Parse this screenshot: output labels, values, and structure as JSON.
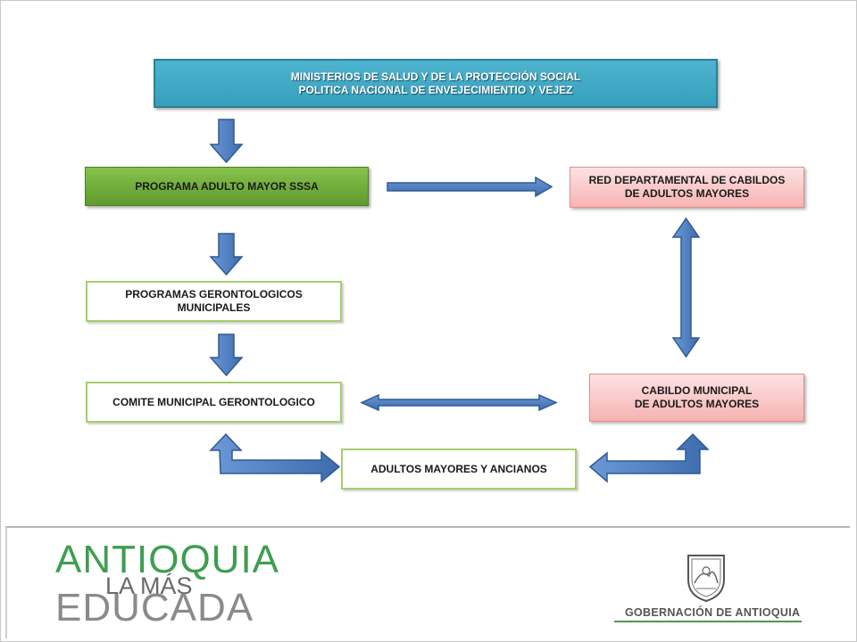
{
  "diagram": {
    "ministry": {
      "line1": "MINISTERIOS DE SALUD Y DE LA PROTECCIÓN SOCIAL",
      "line2": "POLITICA NACIONAL DE ENVEJECIMIENTIO Y VEJEZ"
    },
    "programa_adulto_mayor": "PROGRAMA ADULTO MAYOR SSSA",
    "programas_gerontologicos": {
      "line1": "PROGRAMAS GERONTOLOGICOS",
      "line2": "MUNICIPALES"
    },
    "comite_municipal": "COMITE  MUNICIPAL GERONTOLOGICO",
    "red_departamental": {
      "line1": "RED  DEPARTAMENTAL DE  CABILDOS",
      "line2": "DE  ADULTOS MAYORES"
    },
    "cabildo_municipal": {
      "line1": "CABILDO MUNICIPAL",
      "line2": "DE  ADULTOS  MAYORES"
    },
    "adultos_mayores": "ADULTOS MAYORES Y ANCIANOS"
  },
  "footer": {
    "logo": {
      "line1": "ANTIOQUIA",
      "line2": "LA MÁS",
      "line3": "EDUCADA"
    },
    "government_label": "GOBERNACIÓN DE ANTIOQUIA"
  },
  "colors": {
    "arrow_fill": "#4f7fc1",
    "arrow_stroke": "#2f5a93",
    "ministry_fill": "#3fa9c6",
    "green_fill": "#6fae38",
    "outline_green": "#a6cd6f",
    "pink_fill": "#f9c6c6",
    "logo_green": "#3e9e50"
  }
}
